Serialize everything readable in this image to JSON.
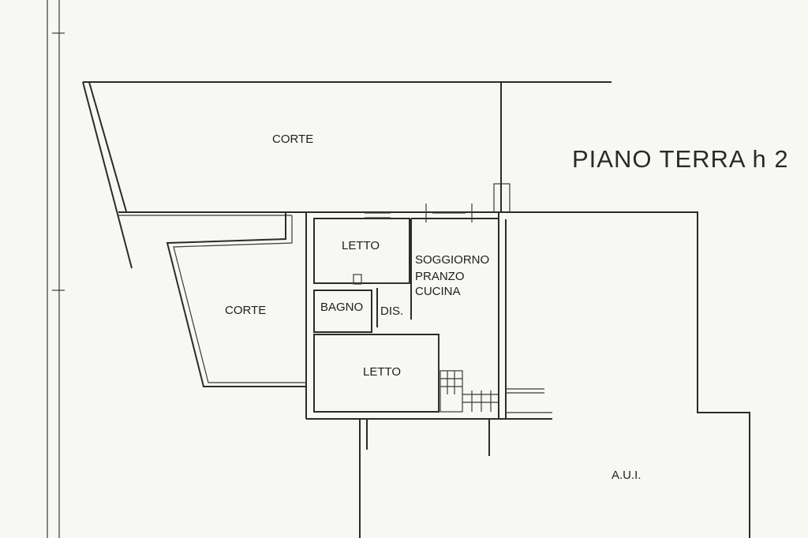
{
  "plan": {
    "title": "PIANO TERRA h 2",
    "rooms": {
      "corte_top": "CORTE",
      "corte_left": "CORTE",
      "letto_top": "LETTO",
      "soggiorno_line1": "SOGGIORNO",
      "soggiorno_line2": "PRANZO",
      "soggiorno_line3": "CUCINA",
      "bagno": "BAGNO",
      "dis": "DIS.",
      "letto_bottom": "LETTO",
      "aui": "A.U.I."
    }
  }
}
